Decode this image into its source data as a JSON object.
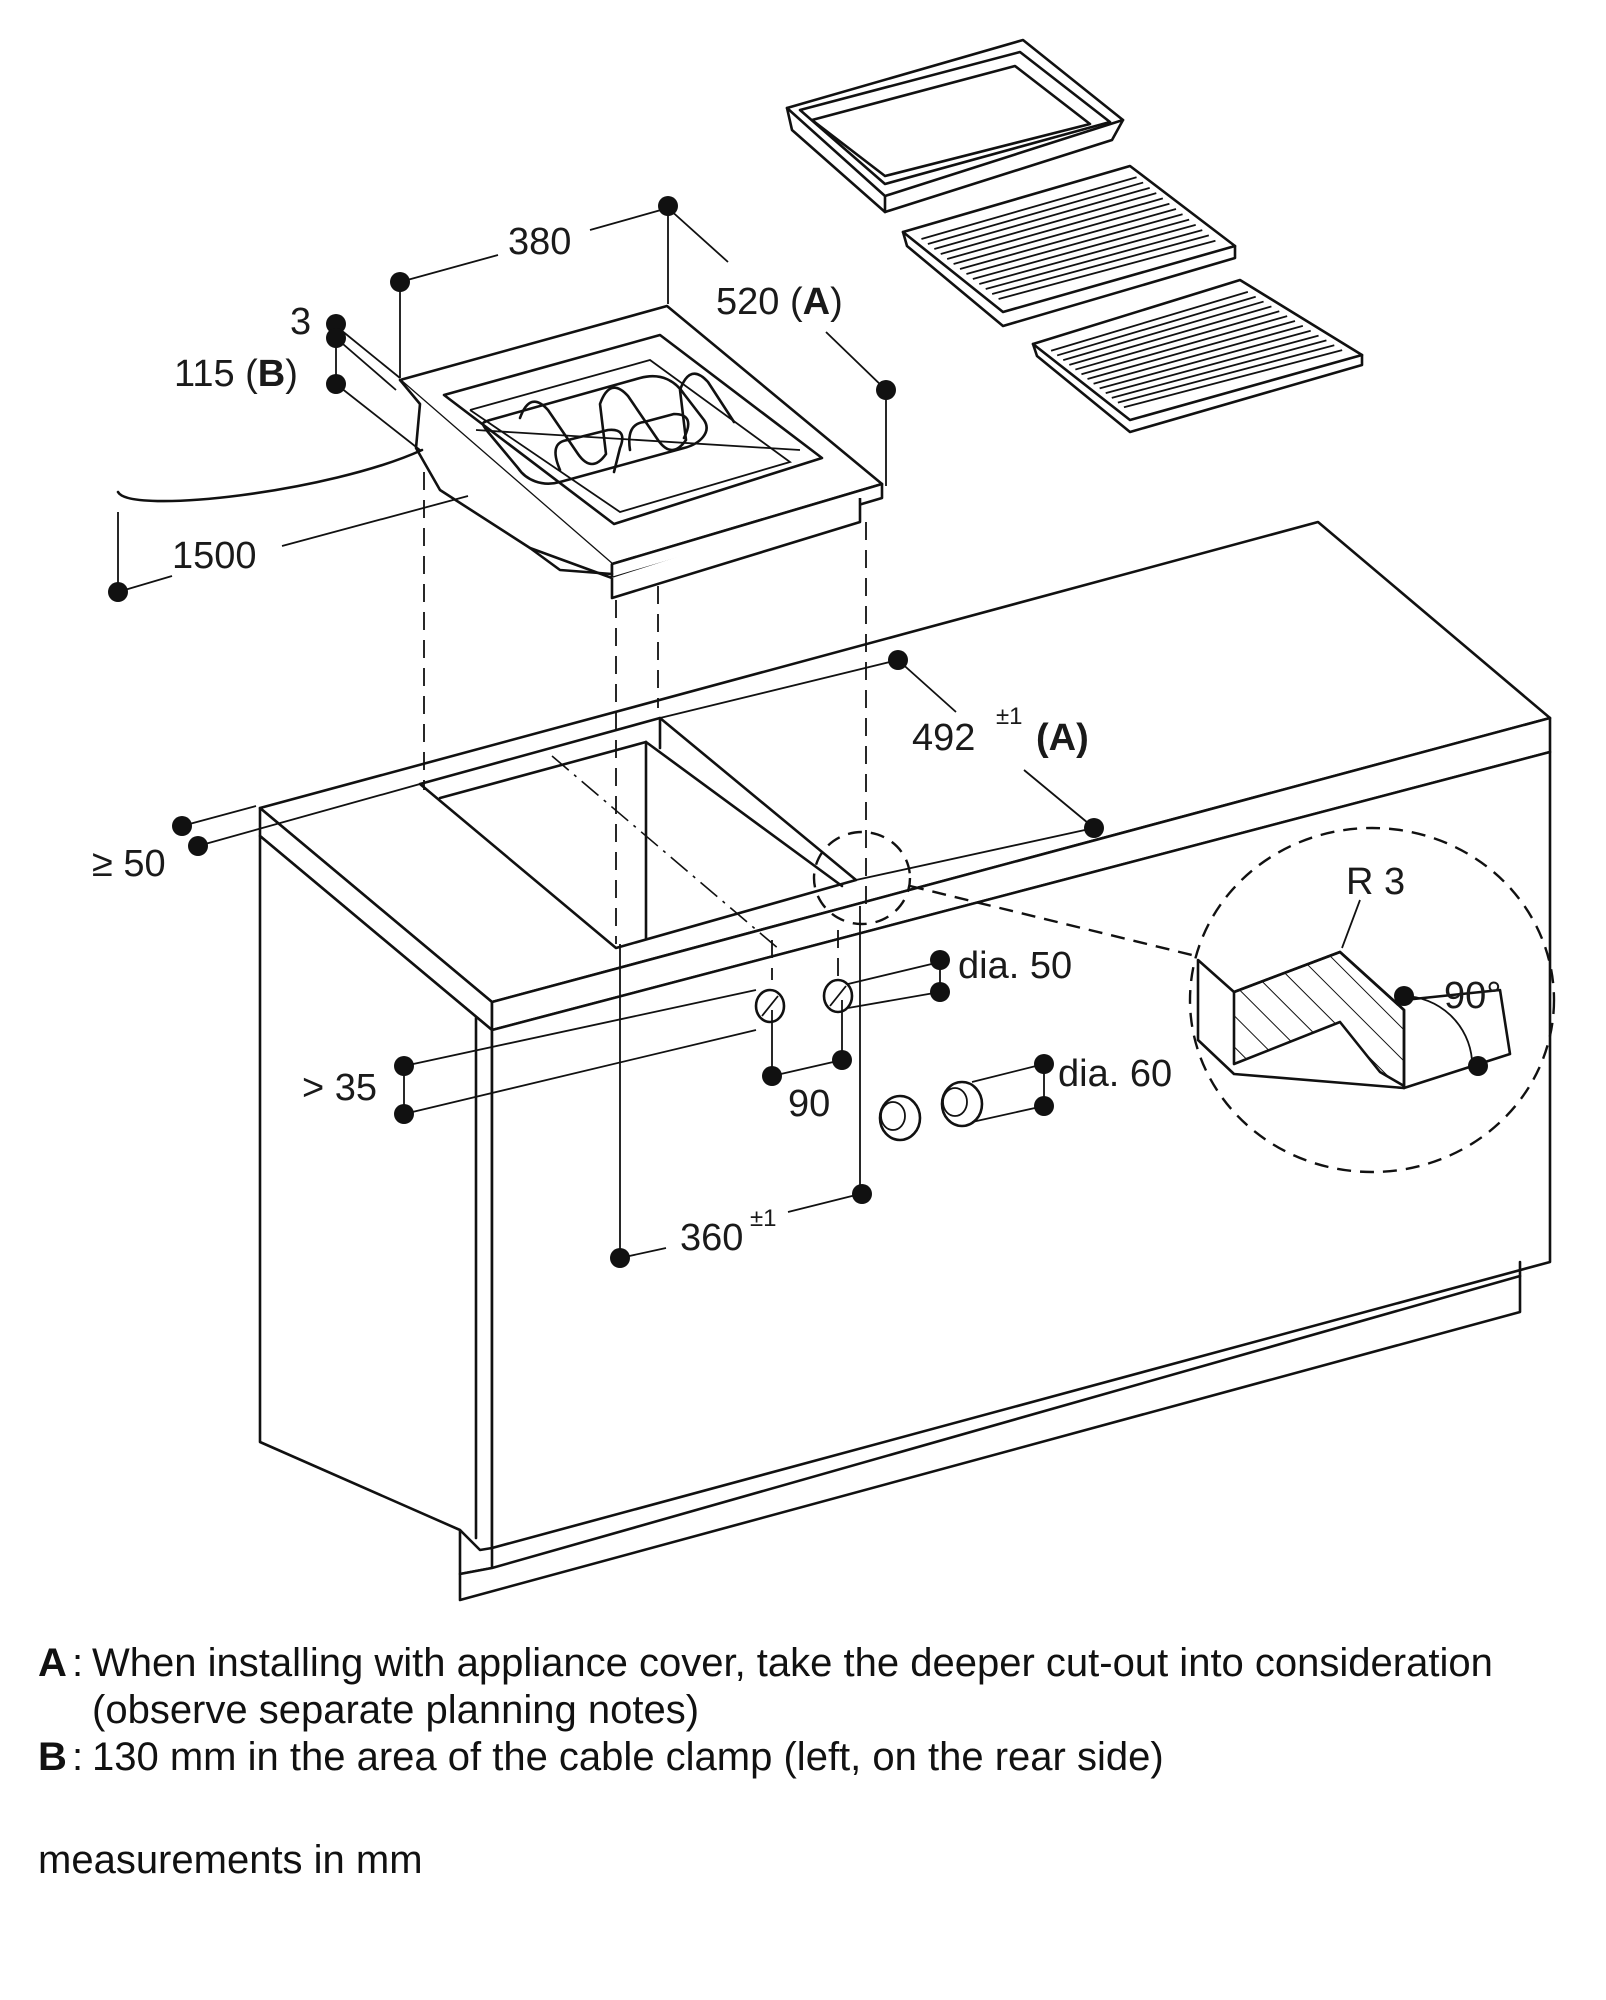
{
  "labels": {
    "dim_380": "380",
    "dim_520": "520 (",
    "dim_520_key": "A",
    "dim_520_close": ")",
    "dim_3": "3",
    "dim_115": "115 (",
    "dim_115_key": "B",
    "dim_115_close": ")",
    "dim_1500": "1500",
    "dim_492": "492",
    "dim_492_tol": "±1",
    "dim_492_key": "(A)",
    "dim_50": "≥ 50",
    "dim_r3": "R 3",
    "dim_90deg": "90°",
    "dim_dia50": "dia. 50",
    "dim_dia60": "dia. 60",
    "dim_35": "> 35",
    "dim_90": "90",
    "dim_360": "360",
    "dim_360_tol": "±1"
  },
  "notes": [
    {
      "key": "A",
      "text": "When installing with appliance cover, take the deeper cut-out into consideration (observe separate planning notes)"
    },
    {
      "key": "B",
      "text": "130 mm in the area of the cable clamp (left, on the rear side)"
    }
  ],
  "units": "measurements in mm"
}
